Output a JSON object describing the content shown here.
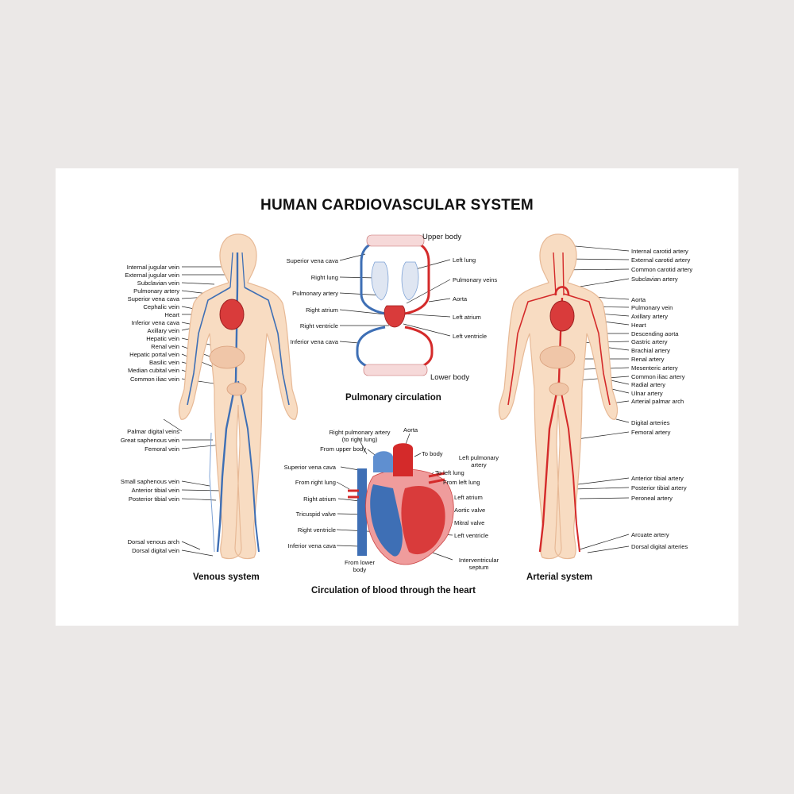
{
  "title": "HUMAN CARDIOVASCULAR SYSTEM",
  "colors": {
    "vein": "#3e6fb5",
    "artery": "#d42a2a",
    "skin": "#f8dcc2",
    "skin_outline": "#e7b996",
    "heart": "#d93b3b",
    "background": "#ebe8e7"
  },
  "venous": {
    "caption": "Venous system",
    "labels": [
      "Internal jugular vein",
      "External jugular vein",
      "Subclavian vein",
      "Pulmonary artery",
      "Superior vena cava",
      "Cephalic vein",
      "Heart",
      "Inferior vena cava",
      "Axillary vein",
      "Hepatic vein",
      "Renal vein",
      "Hepatic portal vein",
      "Basilic vein",
      "Median cubital vein",
      "Common iliac vein",
      "Palmar digital veins",
      "Great saphenous vein",
      "Femoral vein",
      "Small saphenous vein",
      "Anterior tibial vein",
      "Posterior tibial vein",
      "Dorsal venous arch",
      "Dorsal digital vein"
    ]
  },
  "arterial": {
    "caption": "Arterial system",
    "labels": [
      "Internal carotid artery",
      "External carotid artery",
      "Common carotid artery",
      "Subclavian artery",
      "Aorta",
      "Pulmonary vein",
      "Axillary artery",
      "Heart",
      "Descending aorta",
      "Gastric artery",
      "Brachial artery",
      "Renal artery",
      "Mesenteric artery",
      "Common iliac artery",
      "Radial artery",
      "Ulnar artery",
      "Arterial palmar arch",
      "Digital arteries",
      "Femoral artery",
      "Anterior tibial artery",
      "Posterior tibial artery",
      "Peroneal artery",
      "Arcuate artery",
      "Dorsal digital arteries"
    ]
  },
  "pulmonary": {
    "caption": "Pulmonary circulation",
    "upper": "Upper body",
    "lower": "Lower body",
    "left_labels": [
      "Superior vena cava",
      "Right lung",
      "Pulmonary artery",
      "Right atrium",
      "Right ventricle",
      "Inferior vena cava"
    ],
    "right_labels": [
      "Left lung",
      "Pulmonary veins",
      "Aorta",
      "Left atrium",
      "Left ventricle"
    ]
  },
  "heart": {
    "caption": "Circulation of blood through the heart",
    "left_labels": [
      "From upper body",
      "Superior vena cava",
      "From right lung",
      "Right atrium",
      "Tricuspid valve",
      "Right ventricle",
      "Inferior vena cava"
    ],
    "right_labels": [
      "To body",
      "Left pulmonary artery",
      "To left lung",
      "From left lung",
      "Left atrium",
      "Aortic valve",
      "Mitral valve",
      "Left ventricle",
      "Interventricular septum"
    ],
    "top_rpa": "Right pulmonary artery (to right lung)",
    "top_aorta": "Aorta",
    "bottom": "From lower body"
  }
}
